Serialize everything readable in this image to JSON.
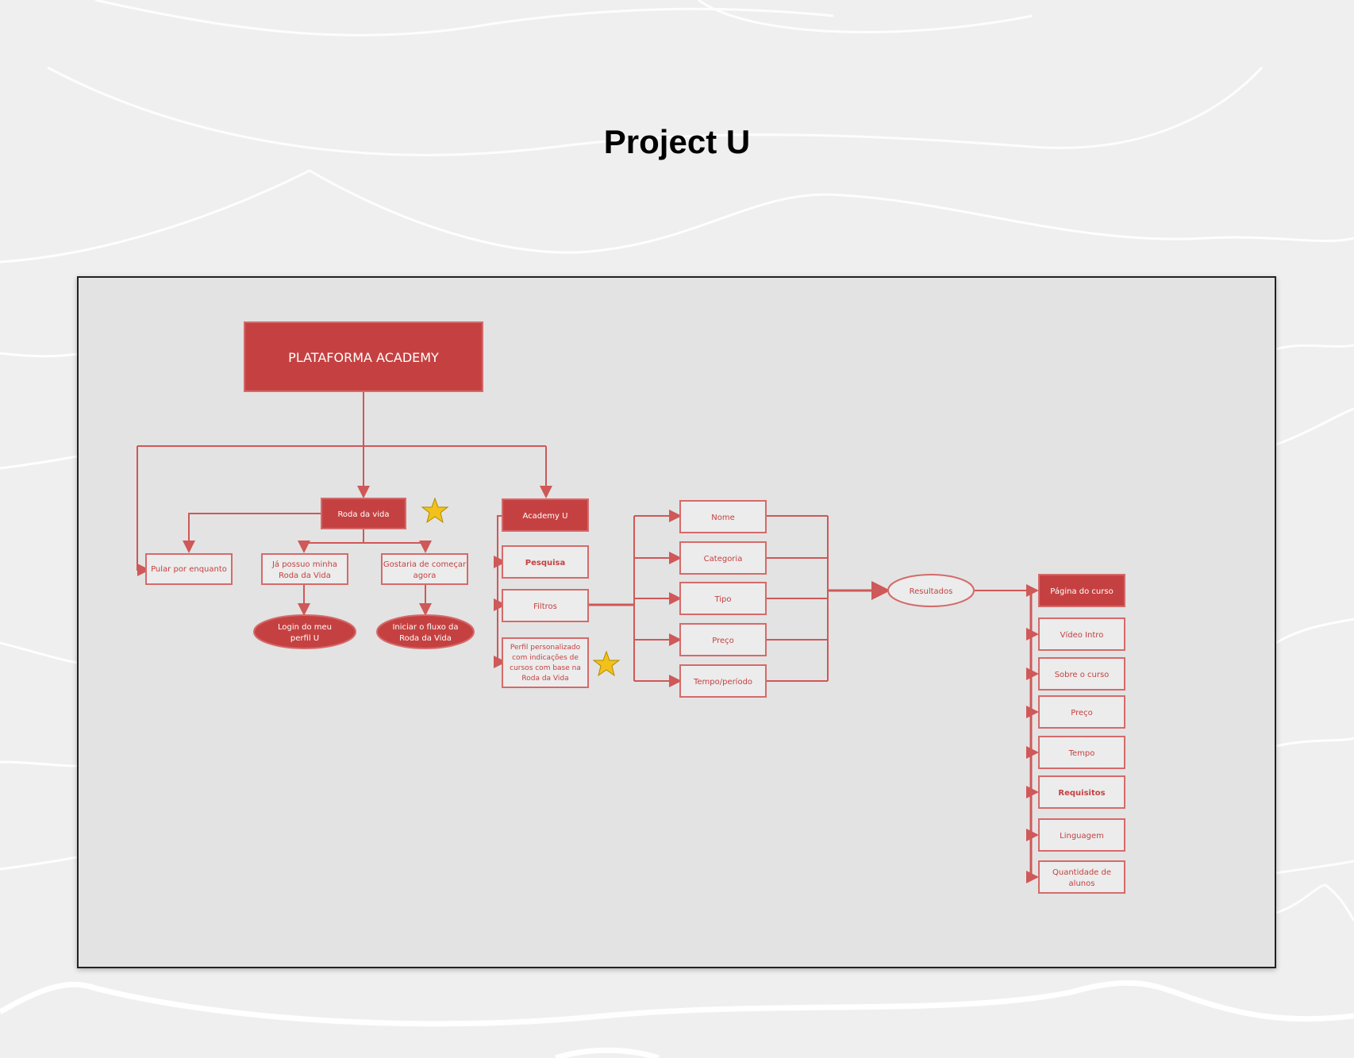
{
  "title": "Project U",
  "colors": {
    "accent": "#c54141",
    "line": "#cf5858",
    "frame_bg": "#e3e3e3",
    "page_bg": "#efefef"
  },
  "nodes": {
    "root": "PLATAFORMA ACADEMY",
    "roda_vida": "Roda da vida",
    "academy_u": "Academy U",
    "pular": "Pular por enquanto",
    "ja_possui": [
      "Já possuo minha",
      "Roda da Vida"
    ],
    "gostaria": [
      "Gostaria de começar",
      "agora"
    ],
    "login": [
      "Login do meu",
      "perfil U"
    ],
    "iniciar": [
      "Iniciar o fluxo da",
      "Roda da Vida"
    ],
    "pesquisa": "Pesquisa",
    "filtros": "Filtros",
    "perfil": [
      "Perfil personalizado",
      "com indicações de",
      "cursos com base na",
      "Roda da Vida"
    ],
    "filtros_opcoes": [
      "Nome",
      "Categoria",
      "Tipo",
      "Preço",
      "Tempo/período"
    ],
    "resultados": "Resultados",
    "pagina_curso": "Página do curso",
    "curso_itens": [
      "Vídeo Intro",
      "Sobre o curso",
      "Preço",
      "Tempo",
      "Requisitos",
      "Linguagem",
      [
        "Quantidade de",
        "alunos"
      ]
    ]
  }
}
